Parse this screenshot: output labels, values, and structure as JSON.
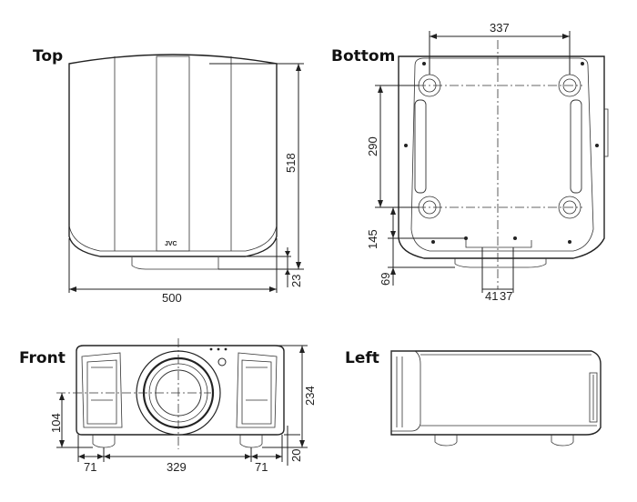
{
  "views": {
    "top": {
      "label": "Top",
      "logo": "JVC",
      "dims": {
        "width": "500",
        "depth": "518",
        "foot_offset": "23"
      }
    },
    "bottom": {
      "label": "Bottom",
      "dims": {
        "foot_span_x": "337",
        "foot_span_y": "290",
        "rear_to_foot": "145",
        "rear_to_bar": "69",
        "bar_left": "41",
        "bar_right": "37"
      }
    },
    "front": {
      "label": "Front",
      "dims": {
        "height": "234",
        "lens_height": "104",
        "foot_height": "20",
        "left_offset": "71",
        "foot_span": "329",
        "right_offset": "71"
      }
    },
    "left": {
      "label": "Left"
    }
  }
}
